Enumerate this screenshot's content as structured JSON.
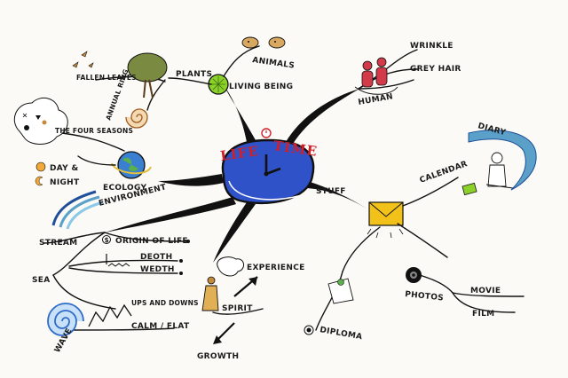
{
  "center": {
    "title_left": "LIFE",
    "title_right": "TIME"
  },
  "nodes": {
    "living_being": "LIVING BEING",
    "plants": "PLANTS",
    "animals": "ANIMALS",
    "fallen_leaves": "FALLEN LEAVES",
    "annual_ring": "ANNUAL RING",
    "human": "HUMAN",
    "wrinkle": "WRINKLE",
    "grey_hair": "GREY HAIR",
    "four_seasons": "THE FOUR SEASONS",
    "day": "DAY &",
    "night": "NIGHT",
    "ecology": "ECOLOGY",
    "environment": "ENVIRONMENT",
    "stream": "STREAM",
    "origin_of_life": "ORIGIN OF LIFE",
    "sea": "SEA",
    "depth": "DEOTH",
    "width": "WEDTH",
    "wave": "WAVE",
    "ups_and_downs": "UPS AND DOWNS",
    "calm_flat": "CALM / FLAT",
    "spirit": "SPIRIT",
    "experience": "EXPERIENCE",
    "growth": "GROWTH",
    "stuff": "STUFF",
    "calendar": "CALENDAR",
    "diary": "DIARY",
    "diploma": "DIPLOMA",
    "photos": "PHOTOS",
    "movie": "MOVIE",
    "film": "FILM"
  },
  "colors": {
    "title": "#d0202a",
    "clock_face": "#2f52c8",
    "globe": "#3a7fd0",
    "lime": "#8bd12a",
    "tan": "#c58a3a",
    "envelope": "#f2c21a",
    "tree": "#7a8a40",
    "human": "#d23a4a",
    "wave": "#2f6cc8",
    "diary": "#5aa0c8"
  }
}
